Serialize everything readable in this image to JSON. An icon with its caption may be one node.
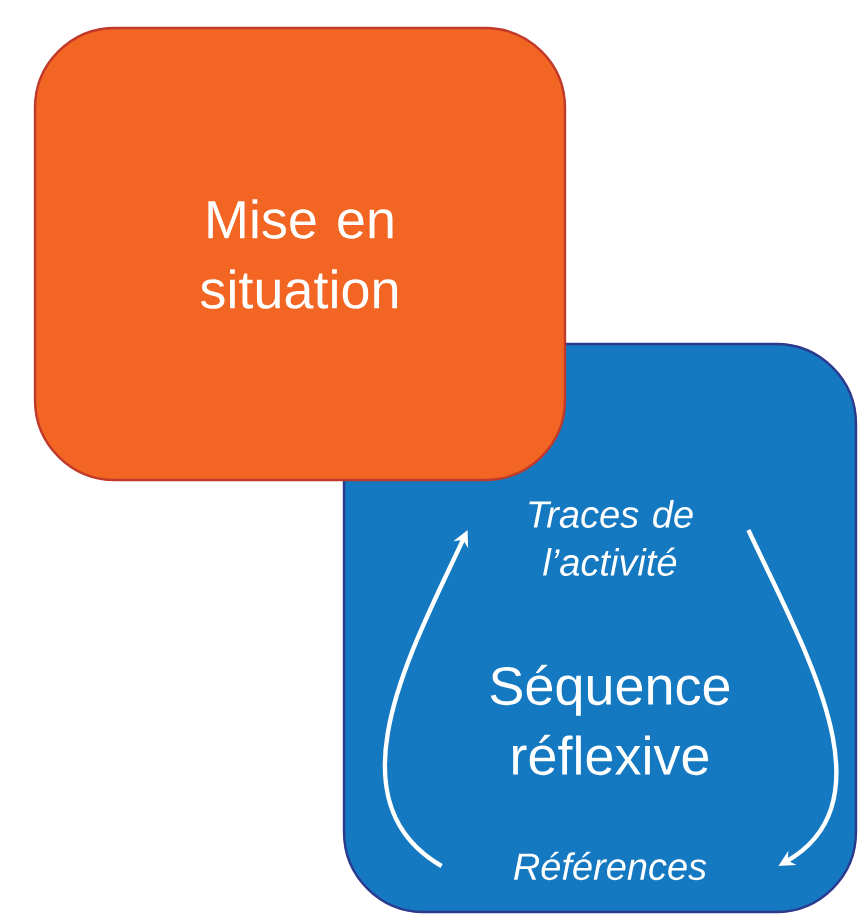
{
  "diagram": {
    "nodes": [
      {
        "text": [
          "Mise en situation"
        ]
      },
      {
        "text": [
          "Séquence réflexive"
        ]
      },
      {
        "text": [
          "Traces de l’activité"
        ],
        "in": 1
      },
      {
        "text": [
          "Références"
        ],
        "in": 1
      }
    ],
    "edges": [
      {
        "from": 3,
        "to": 2,
        "arrow": "to"
      },
      {
        "from": 2,
        "to": 3,
        "arrow": "to"
      }
    ]
  }
}
